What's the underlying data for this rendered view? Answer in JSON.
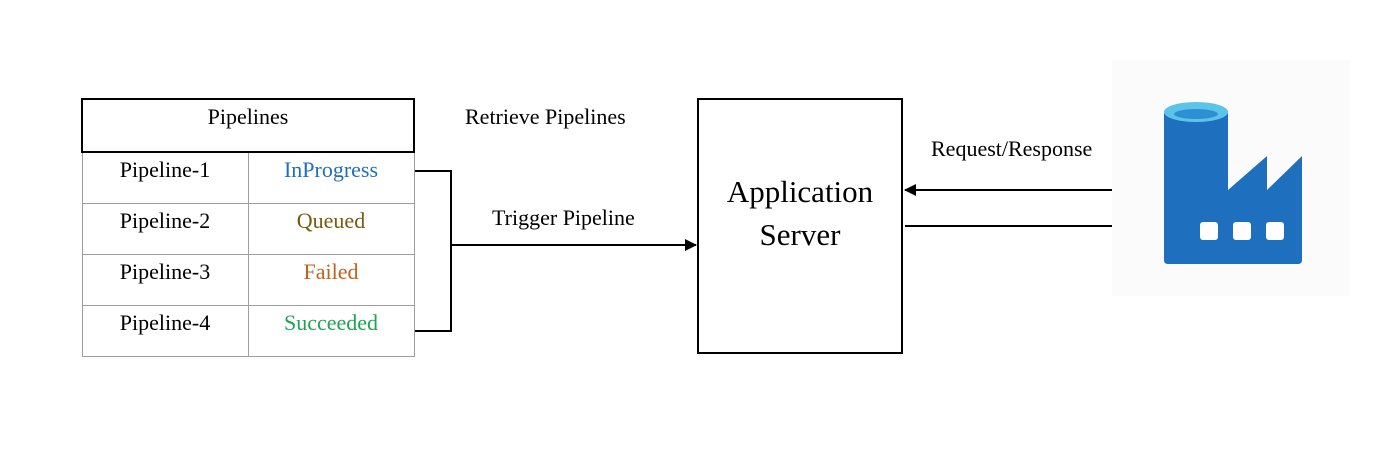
{
  "pipelines_table": {
    "header": "Pipelines",
    "rows": [
      {
        "name": "Pipeline-1",
        "status": "InProgress",
        "status_color": "#1f6fbf"
      },
      {
        "name": "Pipeline-2",
        "status": "Queued",
        "status_color": "#7a5a10"
      },
      {
        "name": "Pipeline-3",
        "status": "Failed",
        "status_color": "#c0621e"
      },
      {
        "name": "Pipeline-4",
        "status": "Succeeded",
        "status_color": "#1fa353"
      }
    ]
  },
  "edges": {
    "retrieve_label": "Retrieve Pipelines",
    "trigger_label": "Trigger Pipeline",
    "request_response_label": "Request/Response"
  },
  "server": {
    "label": "Application\nServer"
  },
  "factory_icon": {
    "icon": "data-factory-icon",
    "primary_color": "#1f6fbf",
    "accent_color": "#5cc4e8"
  }
}
